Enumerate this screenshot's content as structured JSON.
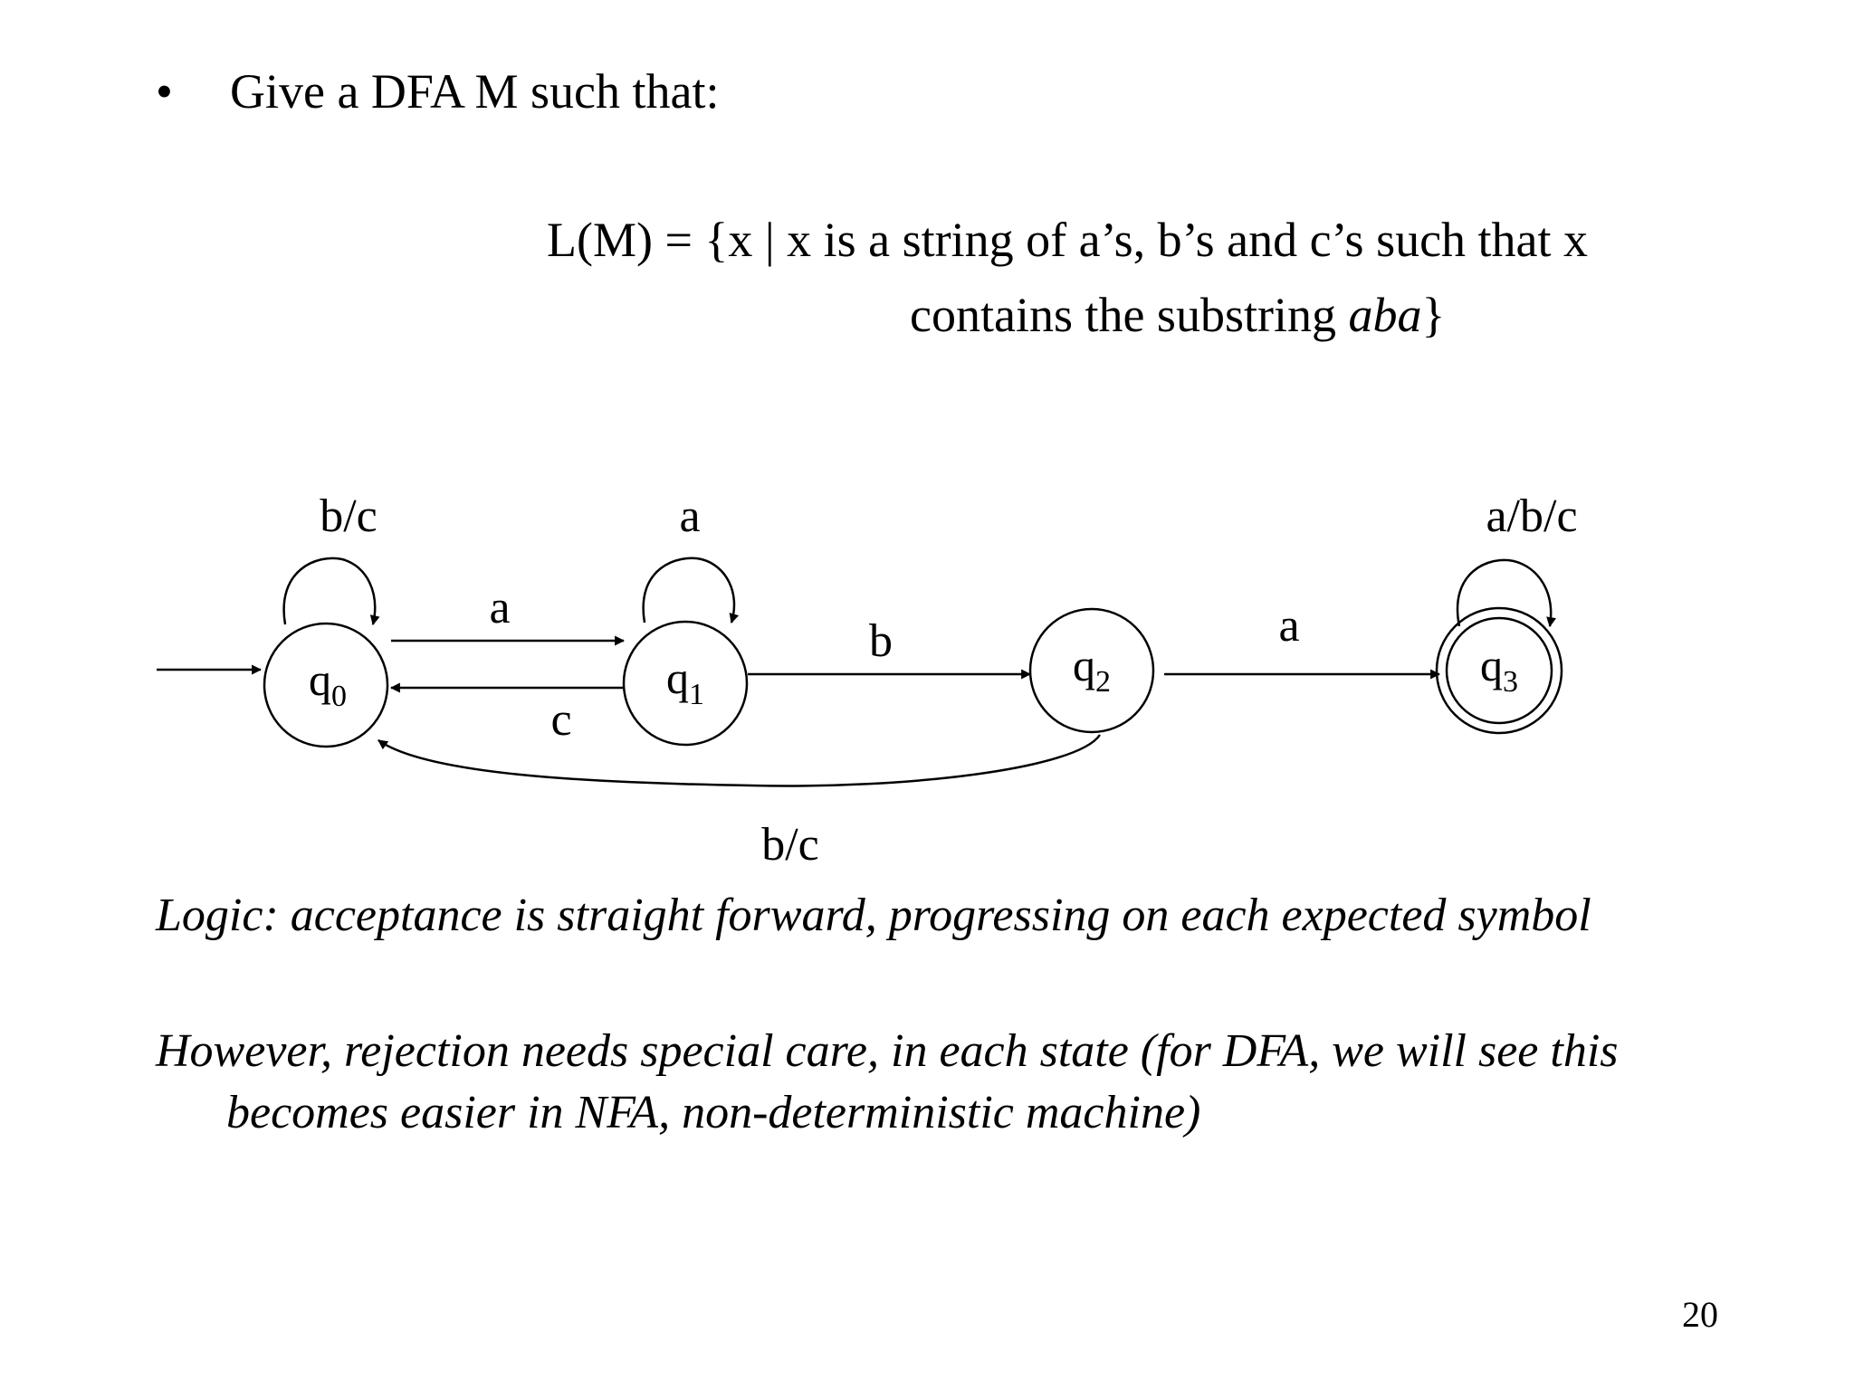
{
  "slide": {
    "bullet_symbol": "•",
    "bullet_text": "Give a DFA M such that:",
    "language_line_1": "L(M) = {x | x is a string of a’s, b’s and c’s such that x",
    "language_line_2_prefix": "contains the substring ",
    "language_line_2_substring": "aba",
    "language_line_2_suffix": "}",
    "logic_paragraph": "Logic:  acceptance is straight forward, progressing on each expected symbol",
    "however_paragraph": "However, rejection needs special care, in each state (for DFA, we will see this becomes easier in NFA, non-deterministic machine)",
    "page_number": "20"
  },
  "dfa": {
    "states": [
      {
        "id": "q0",
        "base": "q",
        "sub": "0",
        "start": true,
        "accepting": false
      },
      {
        "id": "q1",
        "base": "q",
        "sub": "1",
        "start": false,
        "accepting": false
      },
      {
        "id": "q2",
        "base": "q",
        "sub": "2",
        "start": false,
        "accepting": false
      },
      {
        "id": "q3",
        "base": "q",
        "sub": "3",
        "start": false,
        "accepting": true
      }
    ],
    "transitions": [
      {
        "from": "q0",
        "to": "q0",
        "label": "b/c"
      },
      {
        "from": "q0",
        "to": "q1",
        "label": "a"
      },
      {
        "from": "q1",
        "to": "q0",
        "label": "c"
      },
      {
        "from": "q1",
        "to": "q1",
        "label": "a"
      },
      {
        "from": "q1",
        "to": "q2",
        "label": "b"
      },
      {
        "from": "q2",
        "to": "q0",
        "label": "b/c"
      },
      {
        "from": "q2",
        "to": "q3",
        "label": "a"
      },
      {
        "from": "q3",
        "to": "q3",
        "label": "a/b/c"
      }
    ]
  }
}
